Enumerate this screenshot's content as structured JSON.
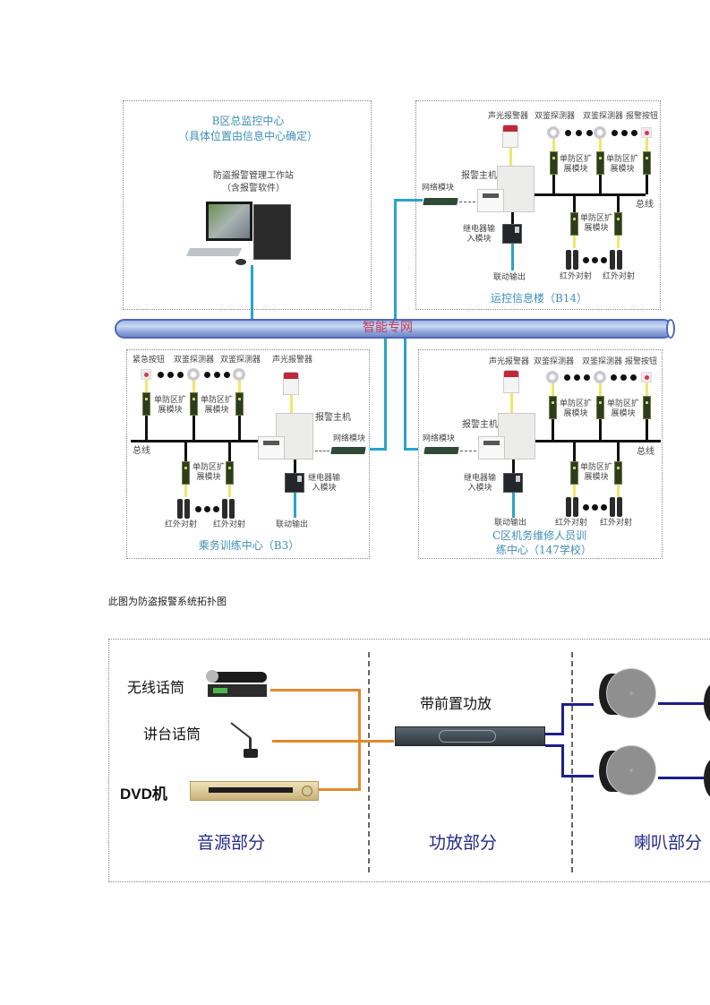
{
  "diagram1": {
    "caption": "此图为防盗报警系统拓扑图",
    "backbone_label": "智能专网",
    "panel_b_center": {
      "title_line1": "B区总监控中心",
      "title_line2": "（具体位置由信息中心确定）",
      "workstation_line1": "防盗报警管理工作站",
      "workstation_line2": "（含报警软件）"
    },
    "panel_b14": {
      "title": "运控信息楼（B14）",
      "labels": {
        "siren": "声光报警器",
        "detector1": "双鉴探测器",
        "detector2": "双鉴探测器",
        "alarm_button": "报警按钮",
        "host": "报警主机",
        "network_module": "网络模块",
        "bus": "总线",
        "zone_module_1": "单防区扩\n展模块",
        "zone_module_2": "单防区扩\n展模块",
        "zone_module_3": "单防区扩\n展模块",
        "relay_module": "继电器输\n入模块",
        "linkage_output": "联动输出",
        "ir_beam_1": "红外对射",
        "ir_beam_2": "红外对射"
      }
    },
    "panel_b3": {
      "title": "乘务训练中心（B3）",
      "labels": {
        "emergency_button": "紧急按钮",
        "detector1": "双鉴探测器",
        "detector2": "双鉴探测器",
        "siren": "声光报警器",
        "host": "报警主机",
        "network_module": "网络模块",
        "bus": "总线",
        "zone_module_1": "单防区扩\n展模块",
        "zone_module_2": "单防区扩\n展模块",
        "zone_module_3": "单防区扩\n展模块",
        "relay_module": "继电器输\n入模块",
        "linkage_output": "联动输出",
        "ir_beam_1": "红外对射",
        "ir_beam_2": "红外对射"
      }
    },
    "panel_c": {
      "title_line1": "C区机务维修人员训",
      "title_line2": "练中心（147学校）",
      "labels": {
        "siren": "声光报警器",
        "detector1": "双鉴探测器",
        "detector2": "双鉴探测器",
        "alarm_button": "报警按钮",
        "host": "报警主机",
        "network_module": "网络模块",
        "bus": "总线",
        "zone_module_1": "单防区扩\n展模块",
        "zone_module_2": "单防区扩\n展模块",
        "zone_module_3": "单防区扩\n展模块",
        "relay_module": "继电器输\n入模块",
        "linkage_output": "联动输出",
        "ir_beam_1": "红外对射",
        "ir_beam_2": "红外对射"
      }
    },
    "colors": {
      "title_blue": "#3f8fb4",
      "backbone": "#9cb6e6",
      "backbone_label": "#c23b5b",
      "network_line": "#2aa3c9"
    }
  },
  "diagram2": {
    "sources": {
      "wireless_mic": "无线话筒",
      "podium_mic": "讲台话筒",
      "dvd": "DVD机"
    },
    "amplifier_label": "带前置功放",
    "sections": {
      "source": "音源部分",
      "amplifier": "功放部分",
      "speaker": "喇叭部分"
    },
    "colors": {
      "source_wire": "#e08a2c",
      "speaker_wire": "#1e1e8c",
      "section_title": "#232a86"
    }
  }
}
